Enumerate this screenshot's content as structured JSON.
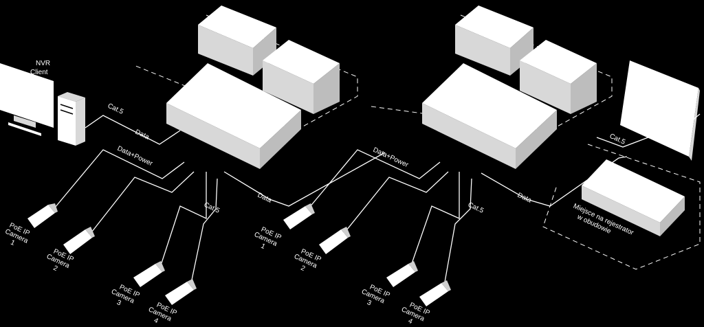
{
  "colors": {
    "background": "#000000",
    "foreground": "#ffffff"
  },
  "left": {
    "nvr_line1": "NVR",
    "nvr_line2": "Client",
    "cat5_a": "Cat.5",
    "data_a": "Data",
    "data_power": "Data+Power",
    "cat5_b": "Cat.5",
    "data_b": "Data",
    "cameras": [
      {
        "l1": "PoE IP",
        "l2": "Camera",
        "l3": "1"
      },
      {
        "l1": "PoE IP",
        "l2": "Camera",
        "l3": "2"
      },
      {
        "l1": "PoE IP",
        "l2": "Camera",
        "l3": "3"
      },
      {
        "l1": "PoE IP",
        "l2": "Camera",
        "l3": "4"
      }
    ]
  },
  "right": {
    "data_power": "Data+Power",
    "cat5_a": "Cat.5",
    "data": "Data",
    "cat5_b": "Cat.5",
    "recorder_line1": "Miejsce na rejestrator",
    "recorder_line2": "w obudowie",
    "cameras": [
      {
        "l1": "PoE IP",
        "l2": "Camera",
        "l3": "1"
      },
      {
        "l1": "PoE IP",
        "l2": "Camera",
        "l3": "2"
      },
      {
        "l1": "PoE IP",
        "l2": "Camera",
        "l3": "3"
      },
      {
        "l1": "PoE IP",
        "l2": "Camera",
        "l3": "4"
      }
    ]
  }
}
